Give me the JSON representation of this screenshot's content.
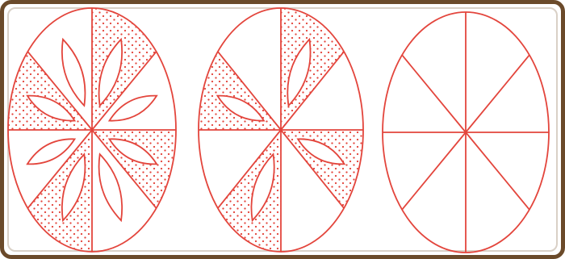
{
  "figure": {
    "stroke_color": "#e3453c",
    "frame_color": "#6b4a2a",
    "ovals": [
      {
        "name": "oval-1",
        "sectors": 8,
        "shaded_sectors": [
          0,
          2,
          4,
          6
        ],
        "petals": 8
      },
      {
        "name": "oval-2",
        "sectors": 8,
        "shaded_sectors": [
          0,
          2,
          4,
          6
        ],
        "petals": 4
      },
      {
        "name": "oval-3",
        "sectors": 8,
        "shaded_sectors": [],
        "petals": 0
      }
    ]
  }
}
